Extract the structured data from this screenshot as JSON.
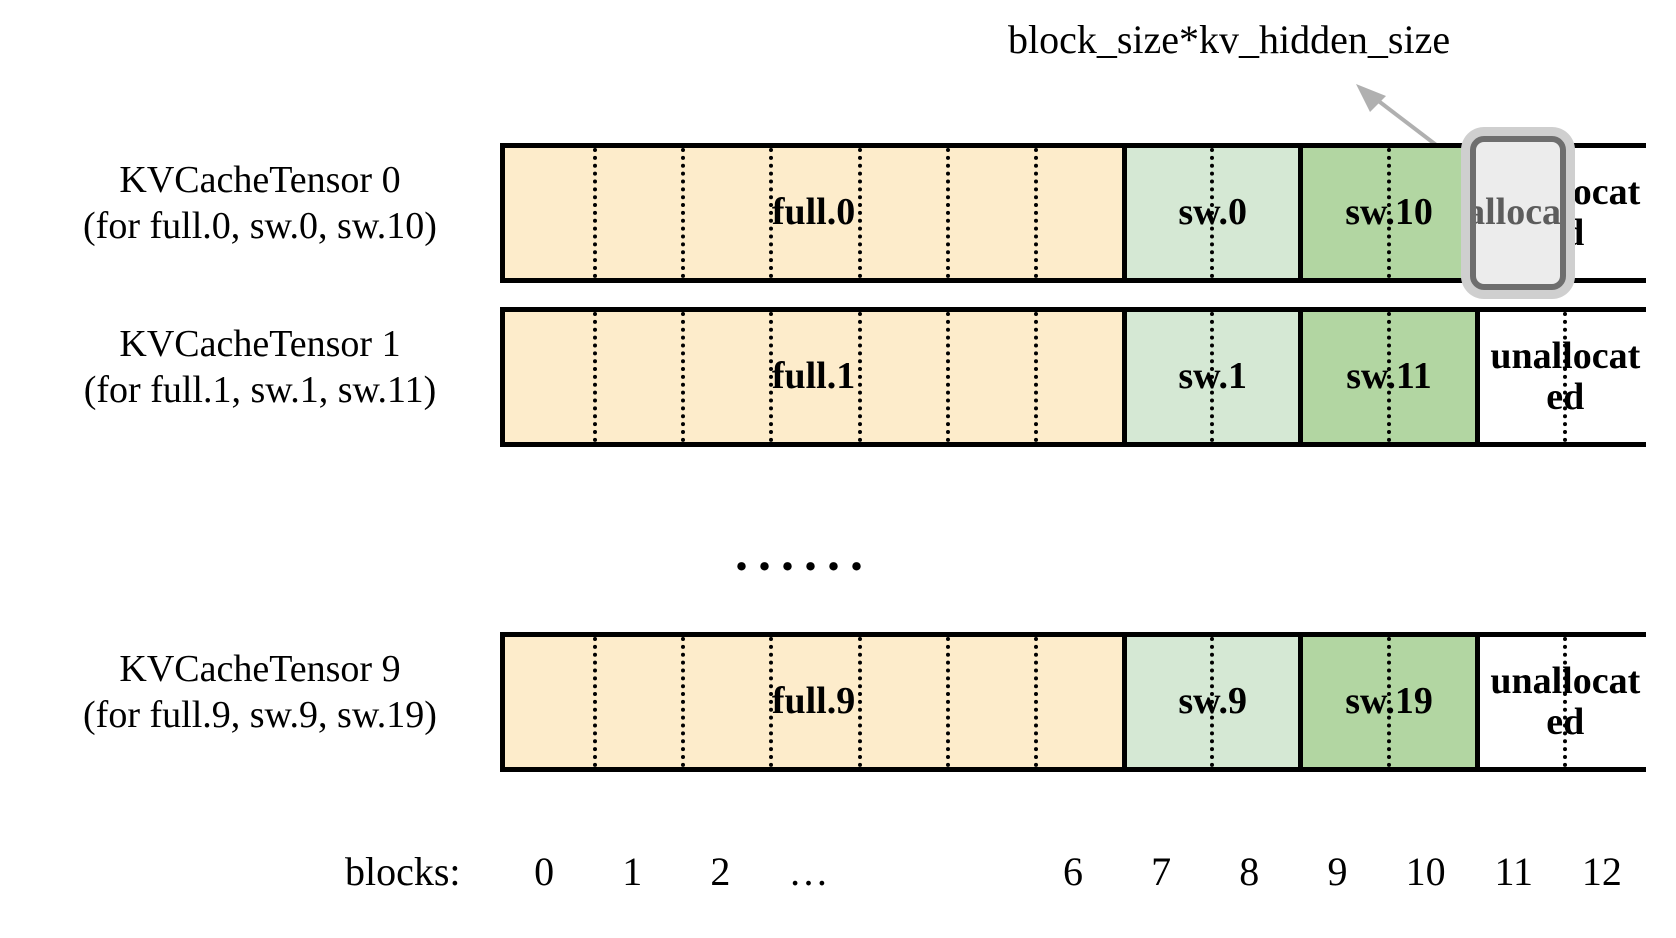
{
  "annotation": {
    "label": "block_size*kv_hidden_size",
    "arrow_icon": "arrow-up-left-icon",
    "target_block": "11"
  },
  "rows": [
    {
      "label_line1": "KVCacheTensor 0",
      "label_line2": "(for full.0, sw.0, sw.10)",
      "segments": [
        {
          "name": "full",
          "text": "full.0",
          "blocks": [
            "0",
            "1",
            "2",
            "…",
            "6"
          ],
          "fill": "#fdeccb"
        },
        {
          "name": "sw-light",
          "text": "sw.0",
          "blocks": [
            "7",
            "8"
          ],
          "fill": "#d5e8d4"
        },
        {
          "name": "sw-dark",
          "text": "sw.10",
          "blocks": [
            "9",
            "10"
          ],
          "fill": "#b2d6a2"
        },
        {
          "name": "unallocated",
          "text": "unallocated",
          "blocks": [
            "11",
            "12"
          ],
          "fill": "#ffffff"
        }
      ],
      "highlighted": true,
      "highlight_text": "unallocated"
    },
    {
      "label_line1": "KVCacheTensor 1",
      "label_line2": "(for full.1, sw.1, sw.11)",
      "segments": [
        {
          "name": "full",
          "text": "full.1",
          "blocks": [
            "0",
            "1",
            "2",
            "…",
            "6"
          ],
          "fill": "#fdeccb"
        },
        {
          "name": "sw-light",
          "text": "sw.1",
          "blocks": [
            "7",
            "8"
          ],
          "fill": "#d5e8d4"
        },
        {
          "name": "sw-dark",
          "text": "sw.11",
          "blocks": [
            "9",
            "10"
          ],
          "fill": "#b2d6a2"
        },
        {
          "name": "unallocated",
          "text": "unallocated",
          "blocks": [
            "11",
            "12"
          ],
          "fill": "#ffffff"
        }
      ],
      "highlighted": false,
      "highlight_text": ""
    },
    {
      "label_line1": "KVCacheTensor 9",
      "label_line2": "(for full.9, sw.9, sw.19)",
      "segments": [
        {
          "name": "full",
          "text": "full.9",
          "blocks": [
            "0",
            "1",
            "2",
            "…",
            "6"
          ],
          "fill": "#fdeccb"
        },
        {
          "name": "sw-light",
          "text": "sw.9",
          "blocks": [
            "7",
            "8"
          ],
          "fill": "#d5e8d4"
        },
        {
          "name": "sw-dark",
          "text": "sw.19",
          "blocks": [
            "9",
            "10"
          ],
          "fill": "#b2d6a2"
        },
        {
          "name": "unallocated",
          "text": "unallocated",
          "blocks": [
            "11",
            "12"
          ],
          "fill": "#ffffff"
        }
      ],
      "highlighted": false,
      "highlight_text": ""
    }
  ],
  "vertical_ellipsis": "......",
  "axis": {
    "title": "blocks:",
    "ticks": [
      "0",
      "1",
      "2",
      "…",
      "6",
      "7",
      "8",
      "9",
      "10",
      "11",
      "12"
    ]
  },
  "colors": {
    "full_fill": "#fdeccb",
    "sw_light_fill": "#d5e8d4",
    "sw_dark_fill": "#b2d6a2",
    "unallocated_fill": "#ffffff",
    "outline": "#000000",
    "highlight_border": "#6e6e6e",
    "highlight_fill": "#ececec",
    "highlight_glow": "#cfcfcf",
    "arrow": "#b0b0b0"
  }
}
